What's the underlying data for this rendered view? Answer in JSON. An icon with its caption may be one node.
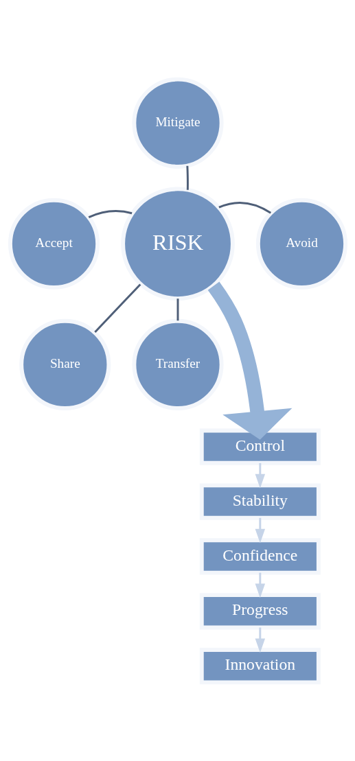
{
  "diagram": {
    "nodes": [
      {
        "text": [
          "Mitigate"
        ]
      },
      {
        "text": [
          "Accept"
        ]
      },
      {
        "text": [
          "RISK"
        ]
      },
      {
        "text": [
          "Avoid"
        ]
      },
      {
        "text": [
          "Share"
        ]
      },
      {
        "text": [
          "Transfer"
        ]
      },
      {
        "text": [
          "Control"
        ]
      },
      {
        "text": [
          "Stability"
        ]
      },
      {
        "text": [
          "Confidence"
        ]
      },
      {
        "text": [
          "Progress"
        ]
      },
      {
        "text": [
          "Innovation"
        ]
      }
    ],
    "edges": [
      {
        "from": 2,
        "to": 0,
        "arrow": "none"
      },
      {
        "from": 2,
        "to": 1,
        "arrow": "none"
      },
      {
        "from": 2,
        "to": 3,
        "arrow": "none"
      },
      {
        "from": 2,
        "to": 4,
        "arrow": "none"
      },
      {
        "from": 2,
        "to": 5,
        "arrow": "none"
      },
      {
        "from": 2,
        "to": 6,
        "arrow": "to",
        "style": "thick",
        "color": "#95b3d7"
      },
      {
        "from": 6,
        "to": 7,
        "arrow": "to",
        "color": "#c6d4e8"
      },
      {
        "from": 7,
        "to": 8,
        "arrow": "to",
        "color": "#c6d4e8"
      },
      {
        "from": 8,
        "to": 9,
        "arrow": "to",
        "color": "#c6d4e8"
      },
      {
        "from": 9,
        "to": 10,
        "arrow": "to",
        "color": "#c6d4e8"
      }
    ]
  }
}
